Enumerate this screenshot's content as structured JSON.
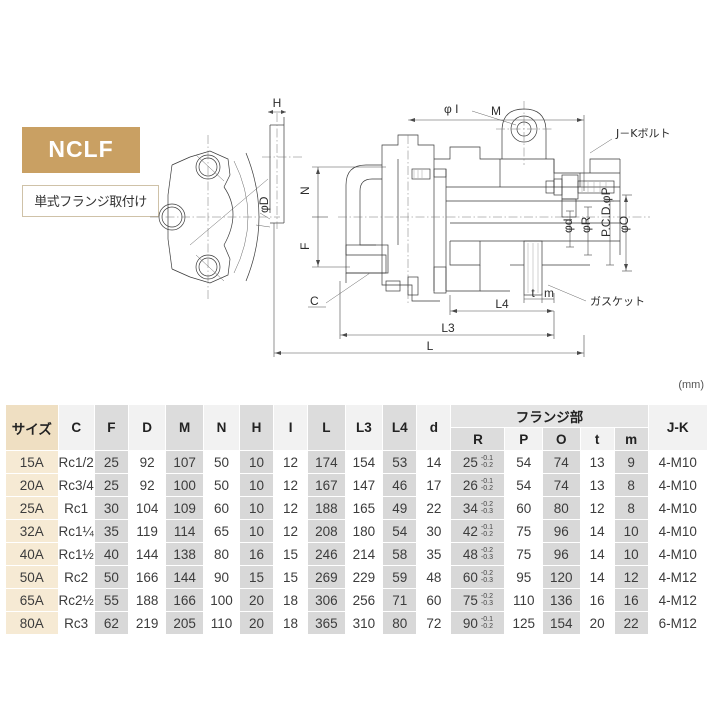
{
  "badge": {
    "code": "NCLF",
    "subtitle": "単式フランジ取付け",
    "color": "#c9a063"
  },
  "unit_note": "(mm)",
  "drawing": {
    "labels": {
      "h": "H",
      "phi_d_big": "φD",
      "n": "N",
      "f": "F",
      "c": "C",
      "phi_i": "φ I",
      "m": "M",
      "jk_bolt": "J－Kボルト",
      "phi_small_d": "φd",
      "phi_r": "φR",
      "pcd": "P.C.D.φP",
      "phi_o": "φO",
      "gasket": "ガスケット",
      "t": "t",
      "m_small": "m",
      "l4": "L4",
      "l3": "L3",
      "l": "L"
    }
  },
  "table": {
    "size_header": "サイズ",
    "flange_group_header": "フランジ部",
    "columns": [
      "C",
      "F",
      "D",
      "M",
      "N",
      "H",
      "I",
      "L",
      "L3",
      "L4",
      "d"
    ],
    "flange_columns": [
      "R",
      "P",
      "O",
      "t",
      "m"
    ],
    "jk_header": "J-K",
    "rows": [
      {
        "size": "15A",
        "C": "Rc1/2",
        "F": "25",
        "D": "92",
        "M": "107",
        "N": "50",
        "H": "10",
        "I": "12",
        "L": "174",
        "L3": "154",
        "L4": "53",
        "d": "14",
        "R": "25",
        "R_tol_upper": "-0.1",
        "R_tol_lower": "-0.2",
        "P": "54",
        "O": "74",
        "t": "13",
        "m": "9",
        "JK": "4-M10"
      },
      {
        "size": "20A",
        "C": "Rc3/4",
        "F": "25",
        "D": "92",
        "M": "100",
        "N": "50",
        "H": "10",
        "I": "12",
        "L": "167",
        "L3": "147",
        "L4": "46",
        "d": "17",
        "R": "26",
        "R_tol_upper": "-0.1",
        "R_tol_lower": "-0.2",
        "P": "54",
        "O": "74",
        "t": "13",
        "m": "8",
        "JK": "4-M10"
      },
      {
        "size": "25A",
        "C": "Rc1",
        "F": "30",
        "D": "104",
        "M": "109",
        "N": "60",
        "H": "10",
        "I": "12",
        "L": "188",
        "L3": "165",
        "L4": "49",
        "d": "22",
        "R": "34",
        "R_tol_upper": "-0.2",
        "R_tol_lower": "-0.3",
        "P": "60",
        "O": "80",
        "t": "12",
        "m": "8",
        "JK": "4-M10"
      },
      {
        "size": "32A",
        "C": "Rc1¼",
        "F": "35",
        "D": "119",
        "M": "114",
        "N": "65",
        "H": "10",
        "I": "12",
        "L": "208",
        "L3": "180",
        "L4": "54",
        "d": "30",
        "R": "42",
        "R_tol_upper": "-0.1",
        "R_tol_lower": "-0.2",
        "P": "75",
        "O": "96",
        "t": "14",
        "m": "10",
        "JK": "4-M10"
      },
      {
        "size": "40A",
        "C": "Rc1½",
        "F": "40",
        "D": "144",
        "M": "138",
        "N": "80",
        "H": "16",
        "I": "15",
        "L": "246",
        "L3": "214",
        "L4": "58",
        "d": "35",
        "R": "48",
        "R_tol_upper": "-0.2",
        "R_tol_lower": "-0.3",
        "P": "75",
        "O": "96",
        "t": "14",
        "m": "10",
        "JK": "4-M10"
      },
      {
        "size": "50A",
        "C": "Rc2",
        "F": "50",
        "D": "166",
        "M": "144",
        "N": "90",
        "H": "15",
        "I": "15",
        "L": "269",
        "L3": "229",
        "L4": "59",
        "d": "48",
        "R": "60",
        "R_tol_upper": "-0.2",
        "R_tol_lower": "-0.3",
        "P": "95",
        "O": "120",
        "t": "14",
        "m": "12",
        "JK": "4-M12"
      },
      {
        "size": "65A",
        "C": "Rc2½",
        "F": "55",
        "D": "188",
        "M": "166",
        "N": "100",
        "H": "20",
        "I": "18",
        "L": "306",
        "L3": "256",
        "L4": "71",
        "d": "60",
        "R": "75",
        "R_tol_upper": "-0.2",
        "R_tol_lower": "-0.3",
        "P": "110",
        "O": "136",
        "t": "16",
        "m": "16",
        "JK": "4-M12"
      },
      {
        "size": "80A",
        "C": "Rc3",
        "F": "62",
        "D": "219",
        "M": "205",
        "N": "110",
        "H": "20",
        "I": "18",
        "L": "365",
        "L3": "310",
        "L4": "80",
        "d": "72",
        "R": "90",
        "R_tol_upper": "-0.1",
        "R_tol_lower": "-0.2",
        "P": "125",
        "O": "154",
        "t": "20",
        "m": "22",
        "JK": "6-M12"
      }
    ]
  }
}
